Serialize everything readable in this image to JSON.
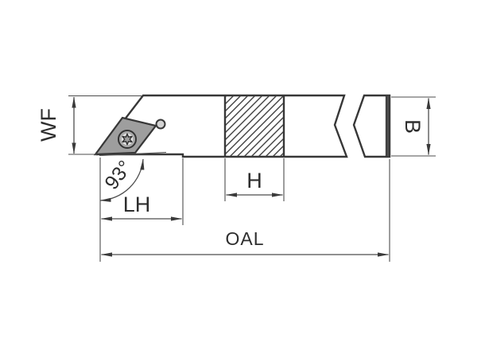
{
  "drawing": {
    "kind": "technical-dimension-drawing",
    "subject": "turning-tool-holder-side-view",
    "labels": {
      "wf": "WF",
      "b": "B",
      "h": "H",
      "lh": "LH",
      "oal": "OAL",
      "angle": "93°"
    },
    "colors": {
      "body_fill": "#d3d3d3",
      "insert_fill": "#9e9e9e",
      "screw_ring_fill": "#e2e2e2",
      "end_face_fill": "#4a4a4a",
      "outline": "#373737",
      "dimension_line": "#4d4d4d",
      "text": "#2e2e2e",
      "background": "#ffffff"
    }
  }
}
